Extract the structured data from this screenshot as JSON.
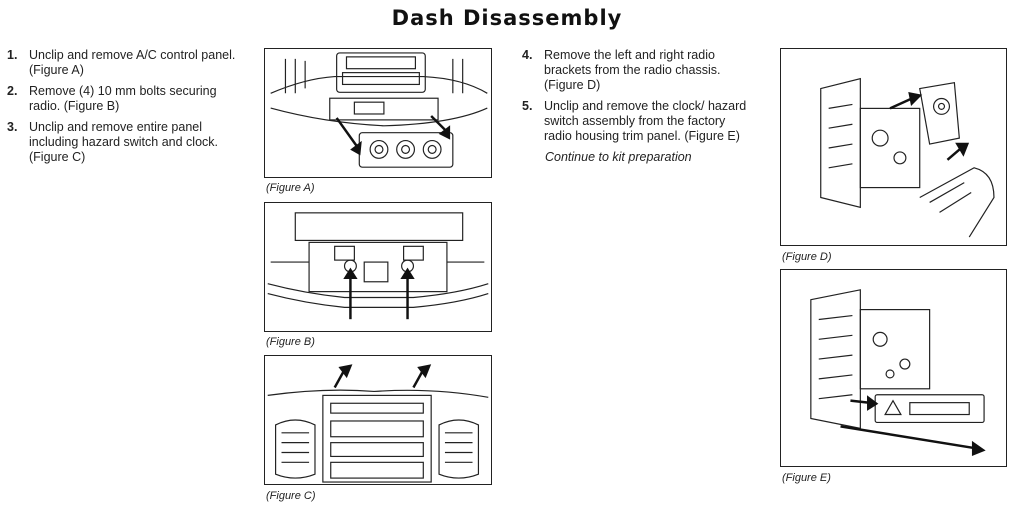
{
  "title": "Dash Disassembly",
  "steps_left": [
    {
      "num": "1.",
      "text": "Unclip and remove A/C control panel.  (Figure A)"
    },
    {
      "num": "2.",
      "text": "Remove (4) 10 mm bolts securing radio.  (Figure B)"
    },
    {
      "num": "3.",
      "text": "Unclip and remove entire panel including hazard switch and clock. (Figure C)"
    }
  ],
  "steps_right": [
    {
      "num": "4.",
      "text": "Remove the left and right radio brackets from the radio chassis. (Figure D)"
    },
    {
      "num": "5.",
      "text": "Unclip and remove the clock/ hazard switch assembly from the factory radio housing trim panel. (Figure E)"
    }
  ],
  "note": "Continue to kit preparation",
  "figures": {
    "a": {
      "caption": "(Figure A)"
    },
    "b": {
      "caption": "(Figure B)"
    },
    "c": {
      "caption": "(Figure C)"
    },
    "d": {
      "caption": "(Figure D)"
    },
    "e": {
      "caption": "(Figure E)"
    }
  }
}
